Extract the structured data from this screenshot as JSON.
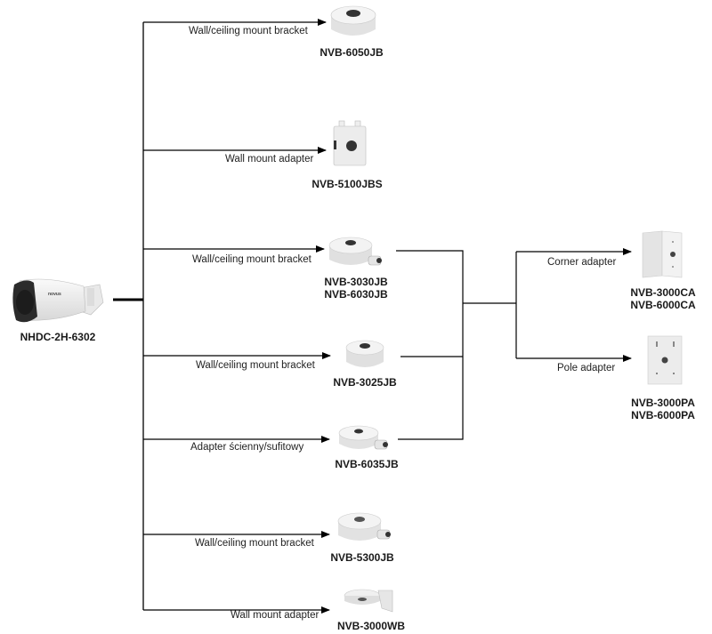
{
  "camera": {
    "model": "NHDC-2H-6302",
    "brand": "novus"
  },
  "branches": [
    {
      "label": "Wall/ceiling mount bracket",
      "products": [
        "NVB-6050JB"
      ],
      "icon": "junction-box-round-icon"
    },
    {
      "label": "Wall mount adapter",
      "products": [
        "NVB-5100JBS"
      ],
      "icon": "junction-box-square-icon"
    },
    {
      "label": "Wall/ceiling mount bracket",
      "products": [
        "NVB-3030JB",
        "NVB-6030JB"
      ],
      "icon": "junction-box-gland-icon"
    },
    {
      "label": "Wall/ceiling mount bracket",
      "products": [
        "NVB-3025JB"
      ],
      "icon": "junction-box-round-icon"
    },
    {
      "label": "Adapter ścienny/sufitowy",
      "products": [
        "NVB-6035JB"
      ],
      "icon": "junction-box-gland-icon"
    },
    {
      "label": "Wall/ceiling mount bracket",
      "products": [
        "NVB-5300JB"
      ],
      "icon": "junction-box-gland-icon"
    },
    {
      "label": "Wall mount adapter",
      "products": [
        "NVB-3000WB"
      ],
      "icon": "wall-bracket-icon"
    }
  ],
  "secondary": [
    {
      "label": "Corner adapter",
      "products": [
        "NVB-3000CA",
        "NVB-6000CA"
      ],
      "icon": "corner-adapter-icon"
    },
    {
      "label": "Pole adapter",
      "products": [
        "NVB-3000PA",
        "NVB-6000PA"
      ],
      "icon": "pole-adapter-icon"
    }
  ]
}
